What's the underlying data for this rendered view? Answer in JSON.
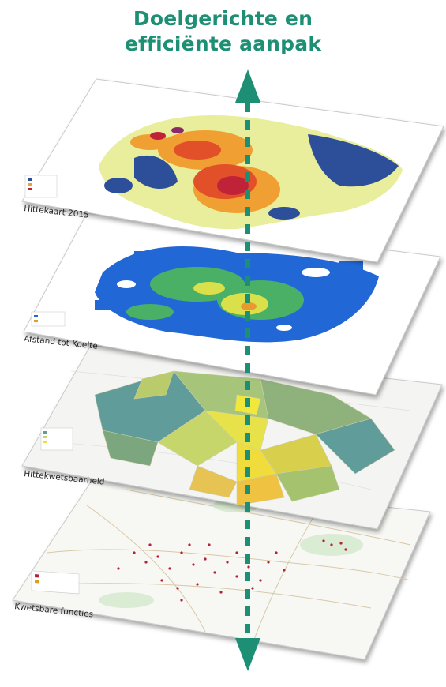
{
  "header": {
    "line1": "Doelgerichte en",
    "line2": "efficiënte aanpak"
  },
  "layers": [
    {
      "label": "Hittekaart 2015",
      "theme": "heat-map"
    },
    {
      "label": "Afstand tot Koelte",
      "theme": "cooling-distance-map"
    },
    {
      "label": "Hittekwetsbaarheid",
      "theme": "vulnerability-map"
    },
    {
      "label": "Kwetsbare functies",
      "theme": "vulnerable-functions-map"
    }
  ],
  "colors": {
    "accent": "#1d8f74",
    "arrow": "#1d8f74"
  },
  "icons": [
    "arrow-up-icon",
    "arrow-down-icon"
  ]
}
